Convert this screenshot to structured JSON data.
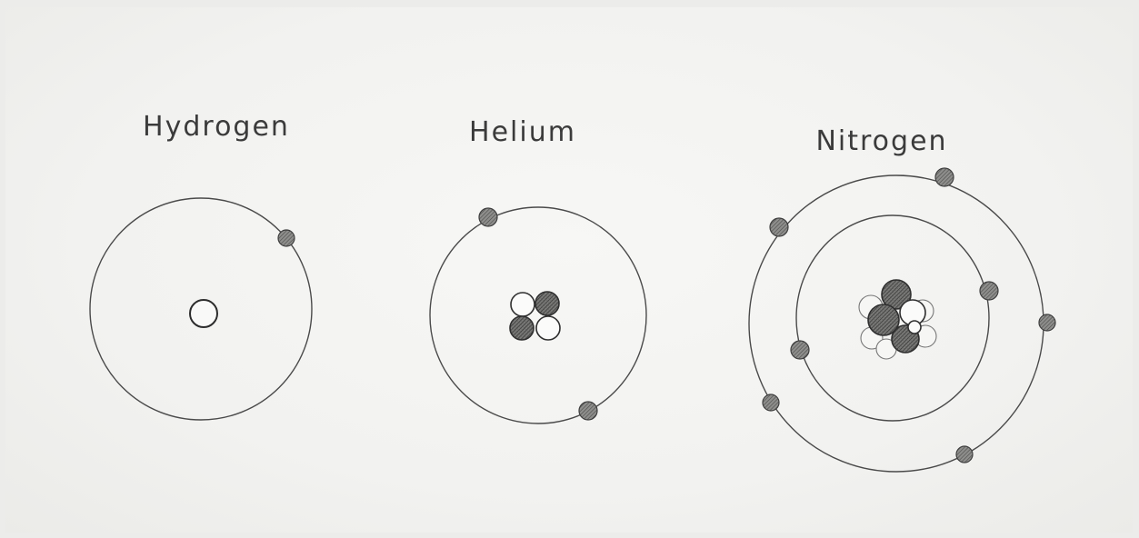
{
  "atoms": [
    {
      "label": "Hydrogen",
      "electrons": 1,
      "nucleus_particles": 1,
      "shells": 1
    },
    {
      "label": "Helium",
      "electrons": 2,
      "protons": 2,
      "neutrons": 2,
      "shells": 1
    },
    {
      "label": "Nitrogen",
      "electrons": 7,
      "shells": 2,
      "electrons_per_shell": [
        2,
        5
      ]
    }
  ]
}
